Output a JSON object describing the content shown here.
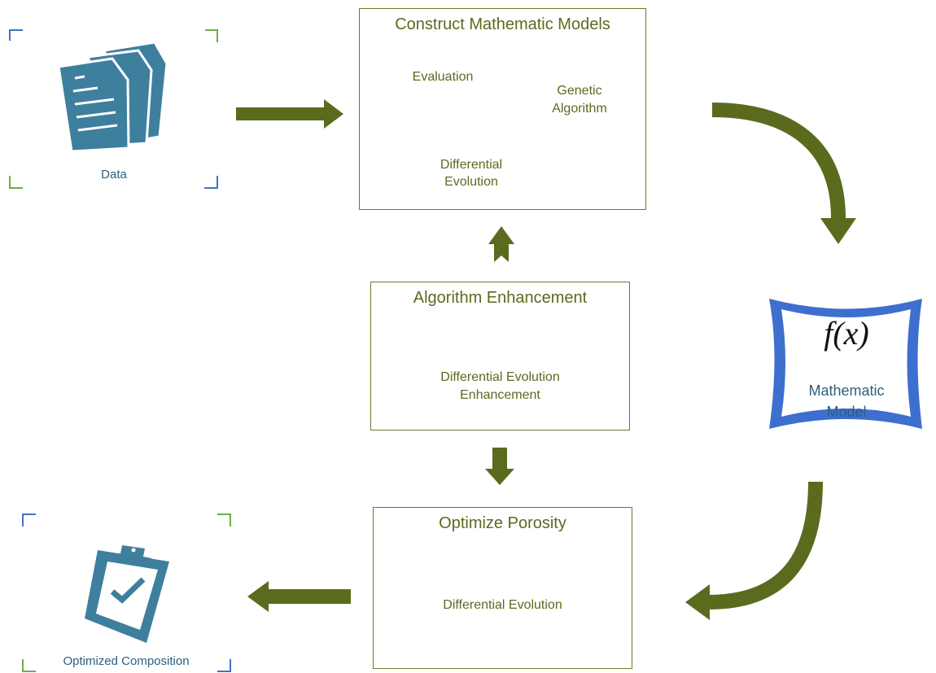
{
  "data_card": {
    "label": "Data"
  },
  "construct": {
    "title": "Construct Mathematic Models",
    "evaluation": "Evaluation",
    "genetic_line1": "Genetic",
    "genetic_line2": "Algorithm",
    "de_line1": "Differential",
    "de_line2": "Evolution"
  },
  "enhancement": {
    "title": "Algorithm Enhancement",
    "line1": "Differential Evolution",
    "line2": "Enhancement"
  },
  "model": {
    "formula": "f(x)",
    "line1": "Mathematic",
    "line2": "Model"
  },
  "optimize": {
    "title": "Optimize Porosity",
    "body": "Differential Evolution"
  },
  "output_card": {
    "label": "Optimized Composition"
  },
  "colors": {
    "arrow": "#5a6b1e",
    "box_border": "#6b7a2a",
    "icon": "#3f7f9e",
    "model_frame": "#3e6fcf",
    "corner_blue": "#4472c4",
    "corner_green": "#70ad47"
  }
}
